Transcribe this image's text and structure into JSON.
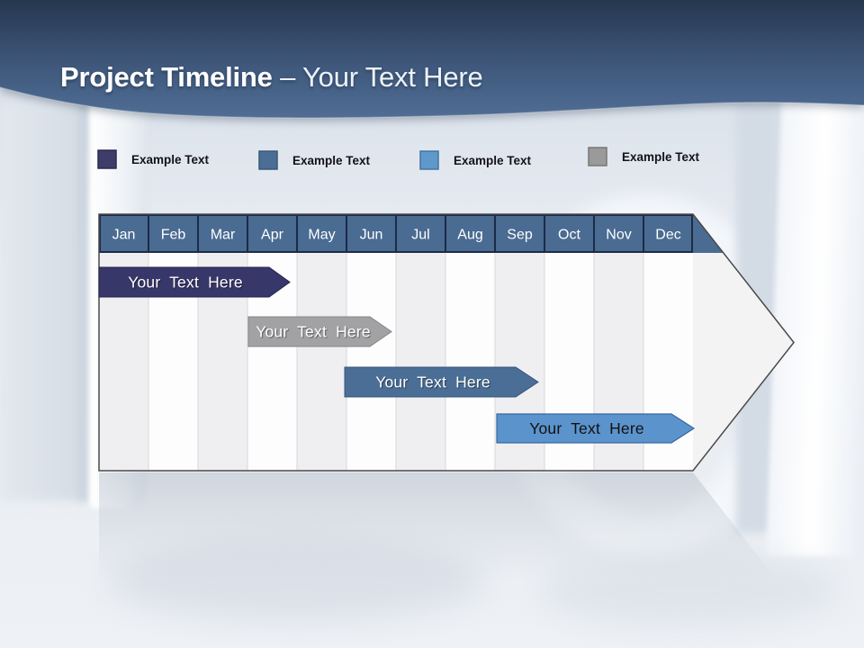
{
  "header": {
    "title_bold": "Project Timeline",
    "title_light": "– Your Text Here"
  },
  "legend": {
    "items": [
      {
        "label": "Example Text",
        "color": "#3e3d69",
        "border": "#2c2b4e"
      },
      {
        "label": "Example Text",
        "color": "#4a6e96",
        "border": "#385877"
      },
      {
        "label": "Example Text",
        "color": "#5f99cc",
        "border": "#45749f"
      },
      {
        "label": "Example Text",
        "color": "#9a9a9a",
        "border": "#777777"
      }
    ]
  },
  "timeline": {
    "months": [
      "Jan",
      "Feb",
      "Mar",
      "Apr",
      "May",
      "Jun",
      "Jul",
      "Aug",
      "Sep",
      "Oct",
      "Nov",
      "Dec"
    ],
    "header_fill": "#4a6b92",
    "bars": [
      {
        "label": "Your Text Here",
        "fill": "#38376a",
        "text_color": "#ffffff"
      },
      {
        "label": "Your Text Here",
        "fill": "#a2a2a4",
        "text_color": "#ffffff"
      },
      {
        "label": "Your Text Here",
        "fill": "#4a6e96",
        "text_color": "#ffffff"
      },
      {
        "label": "Your Text Here",
        "fill": "#5b93cc",
        "text_color": "#111111"
      }
    ]
  },
  "chart_data": {
    "type": "gantt",
    "title": "Project Timeline – Your Text Here",
    "x_categories": [
      "Jan",
      "Feb",
      "Mar",
      "Apr",
      "May",
      "Jun",
      "Jul",
      "Aug",
      "Sep",
      "Oct",
      "Nov",
      "Dec"
    ],
    "series": [
      {
        "name": "Your Text Here",
        "row": 1,
        "start_month": 0.0,
        "end_month": 3.9,
        "color": "#38376a"
      },
      {
        "name": "Your Text Here",
        "row": 2,
        "start_month": 3.0,
        "end_month": 5.9,
        "color": "#a2a2a4"
      },
      {
        "name": "Your Text Here",
        "row": 3,
        "start_month": 5.0,
        "end_month": 9.0,
        "color": "#4a6e96"
      },
      {
        "name": "Your Text Here",
        "row": 4,
        "start_month": 8.0,
        "end_month": 12.0,
        "color": "#5b93cc"
      }
    ],
    "legend_position": "top",
    "grid": "vertical-month-stripes"
  }
}
